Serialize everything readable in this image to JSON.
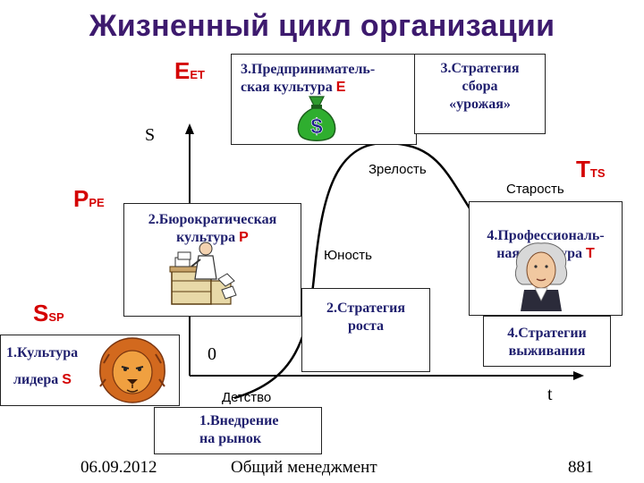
{
  "title": "Жизненный цикл организации",
  "axes": {
    "y_label": "S",
    "x_label": "t",
    "origin_label": "0"
  },
  "stages": {
    "childhood": "Детство",
    "youth": "Юность",
    "maturity": "Зрелость",
    "old_age": "Старость"
  },
  "letters": {
    "eet": {
      "big": "E",
      "sub": "ET"
    },
    "ppe": {
      "big": "P",
      "sub": "PE"
    },
    "ssp": {
      "big": "S",
      "sub": "SP"
    },
    "tts": {
      "big": "T",
      "sub": "TS"
    }
  },
  "boxes": {
    "leader_culture": {
      "line1": "1.Культура",
      "line2": "лидера",
      "letter": "S"
    },
    "market_entry": {
      "line1": "1.Внедрение",
      "line2": "на рынок"
    },
    "bureaucratic_culture": {
      "line1": "2.Бюрократическая",
      "line2": "культура",
      "letter": "P"
    },
    "growth_strategy": {
      "line1": "2.Стратегия",
      "line2": "роста"
    },
    "entrepreneurial_culture": {
      "line1": "3.Предприниматель-",
      "line2": "ская культура",
      "letter": "E"
    },
    "harvest_strategy": {
      "line1": "3.Стратегия",
      "line2": "сбора",
      "line3": "«урожая»"
    },
    "professional_culture": {
      "line1": "4.Профессиональ-",
      "line2": "ная культура",
      "letter": "T"
    },
    "survival_strategy": {
      "line1": "4.Стратегии",
      "line2": "выживания"
    }
  },
  "money_bag_symbol": "$",
  "footer": {
    "date": "06.09.2012",
    "subject": "Общий менеджмент",
    "page": "881"
  },
  "colors": {
    "title": "#3d1a6e",
    "letters": "#d40000",
    "box_text": "#1f1f6e"
  }
}
